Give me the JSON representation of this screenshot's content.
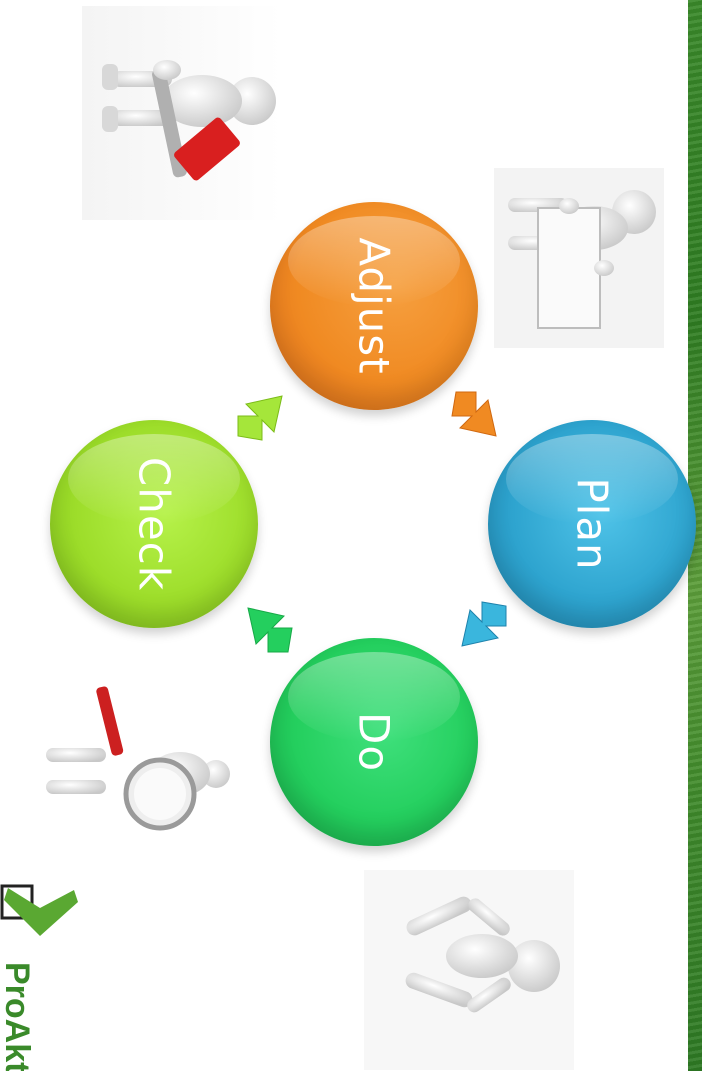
{
  "cycle": {
    "adjust": {
      "label": "Adjust",
      "color": "#f08a22"
    },
    "plan": {
      "label": "Plan",
      "color": "#2ea4cf"
    },
    "do": {
      "label": "Do",
      "color": "#24cf5e"
    },
    "check": {
      "label": "Check",
      "color": "#9ddd2a"
    }
  },
  "arrows": [
    {
      "name": "arrow-adjust-to-plan",
      "color": "#f08a22"
    },
    {
      "name": "arrow-plan-to-do",
      "color": "#2ea4cf"
    },
    {
      "name": "arrow-do-to-check",
      "color": "#24cf5e"
    },
    {
      "name": "arrow-check-to-adjust",
      "color": "#9ddd2a"
    }
  ],
  "logo": {
    "text": "ProAkt",
    "icon": "checkmark-box-icon",
    "color": "#3a8a2a"
  },
  "figures": [
    "hammer-figure",
    "clipboard-figure",
    "magnifier-figure",
    "running-figure"
  ]
}
